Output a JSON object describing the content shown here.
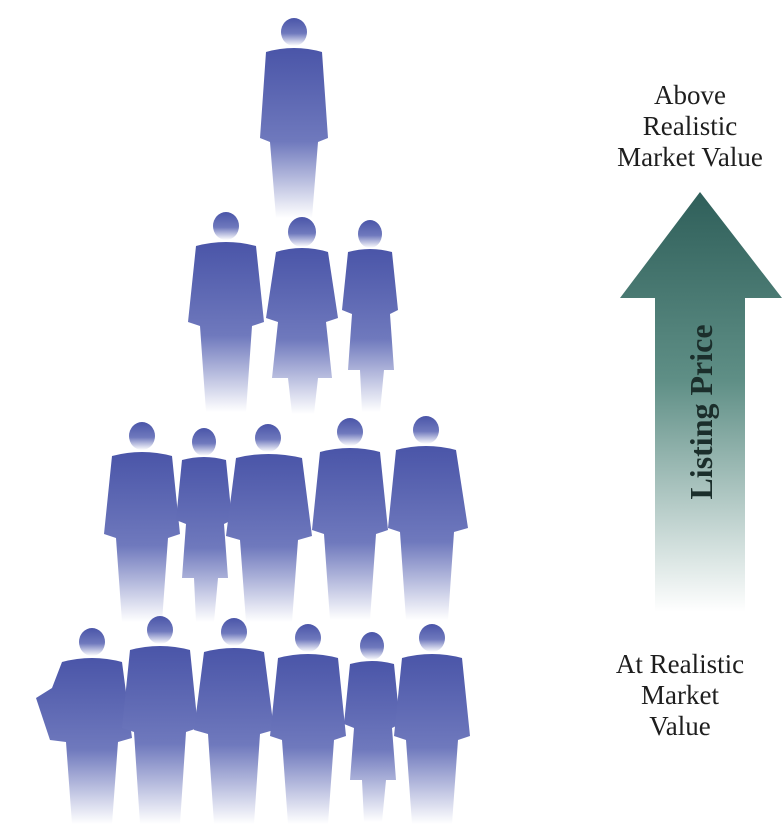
{
  "top_label": {
    "line1": "Above",
    "line2": "Realistic",
    "line3": "Market Value"
  },
  "bottom_label": {
    "line1": "At Realistic",
    "line2": "Market",
    "line3": "Value"
  },
  "arrow_label": "Listing Price",
  "colors": {
    "figure_top": "#4a55a8",
    "figure_fade": "#ffffff",
    "arrow_top": "#2f5f5a",
    "arrow_bottom": "#ffffff",
    "text": "#1e1e1e"
  },
  "pyramid": {
    "tiers": [
      {
        "figures": [
          "man"
        ]
      },
      {
        "figures": [
          "man",
          "woman",
          "woman"
        ]
      },
      {
        "figures": [
          "man",
          "woman",
          "man",
          "man",
          "man"
        ]
      },
      {
        "figures": [
          "man",
          "man",
          "man",
          "man",
          "woman",
          "man"
        ]
      }
    ]
  }
}
